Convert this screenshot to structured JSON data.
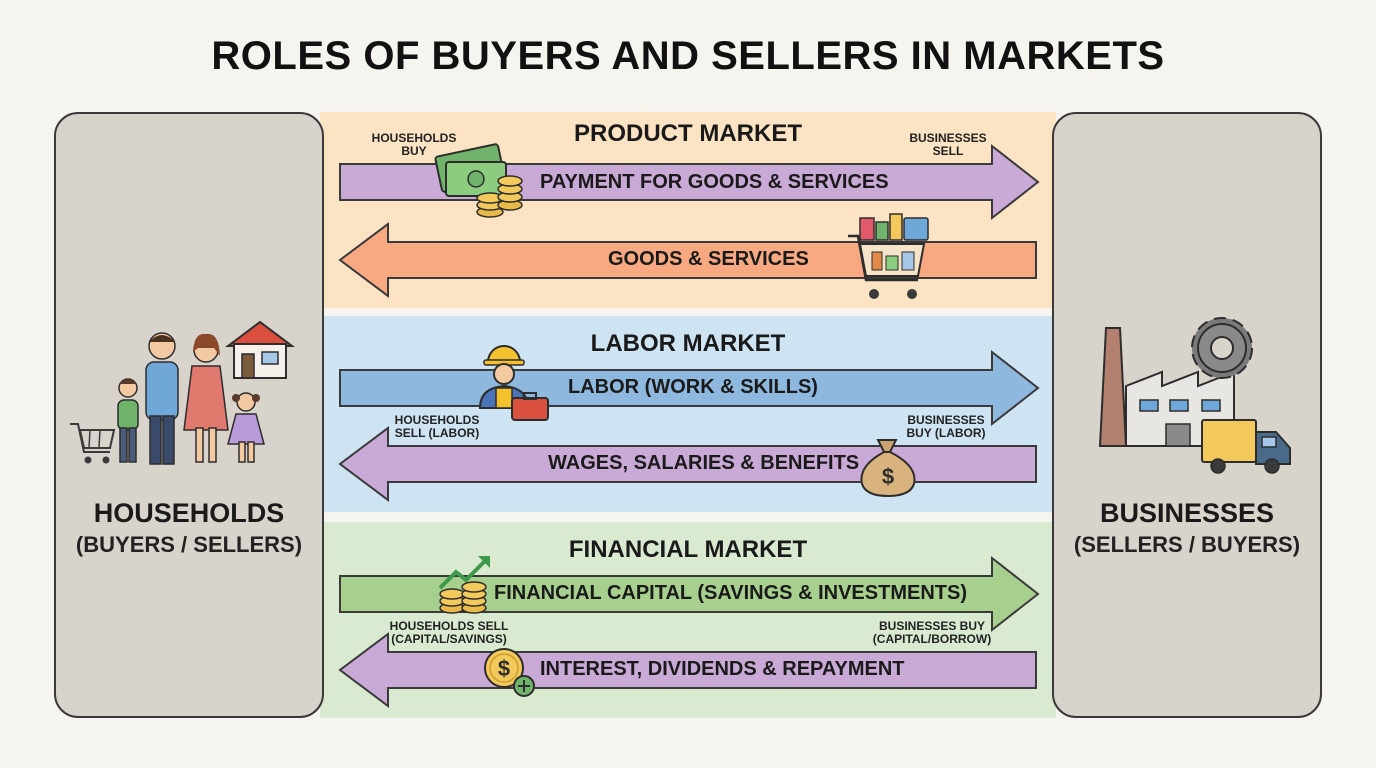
{
  "title": "ROLES OF BUYERS AND SELLERS IN MARKETS",
  "households": {
    "title": "HOUSEHOLDS",
    "subtitle": "(BUYERS / SELLERS)"
  },
  "businesses": {
    "title": "BUSINESSES",
    "subtitle": "(SELLERS / BUYERS)"
  },
  "product_market": {
    "title": "PRODUCT MARKET",
    "left_label_1": "HOUSEHOLDS",
    "left_label_2": "BUY",
    "right_label_1": "BUSINESSES",
    "right_label_2": "SELL",
    "arrow_right": "PAYMENT FOR GOODS & SERVICES",
    "arrow_left": "GOODS & SERVICES"
  },
  "labor_market": {
    "title": "LABOR MARKET",
    "arrow_right": "LABOR (WORK & SKILLS)",
    "left_label_1": "HOUSEHOLDS",
    "left_label_2": "SELL (LABOR)",
    "right_label_1": "BUSINESSES",
    "right_label_2": "BUY (LABOR)",
    "arrow_left": "WAGES, SALARIES & BENEFITS"
  },
  "financial_market": {
    "title": "FINANCIAL MARKET",
    "arrow_right": "FINANCIAL CAPITAL (SAVINGS & INVESTMENTS)",
    "left_label_1": "HOUSEHOLDS SELL",
    "left_label_2": "(CAPITAL/SAVINGS)",
    "right_label_1": "BUSINESSES BUY",
    "right_label_2": "(CAPITAL/BORROW)",
    "arrow_left": "INTEREST, DIVIDENDS & REPAYMENT"
  },
  "colors": {
    "purple": "#c9a9d6",
    "orange": "#f8a982",
    "blue": "#8fb8de",
    "green": "#a7d08e",
    "product_bg": "#fbe3c4",
    "labor_bg": "#cfe4f2",
    "financial_bg": "#d9ead0"
  }
}
